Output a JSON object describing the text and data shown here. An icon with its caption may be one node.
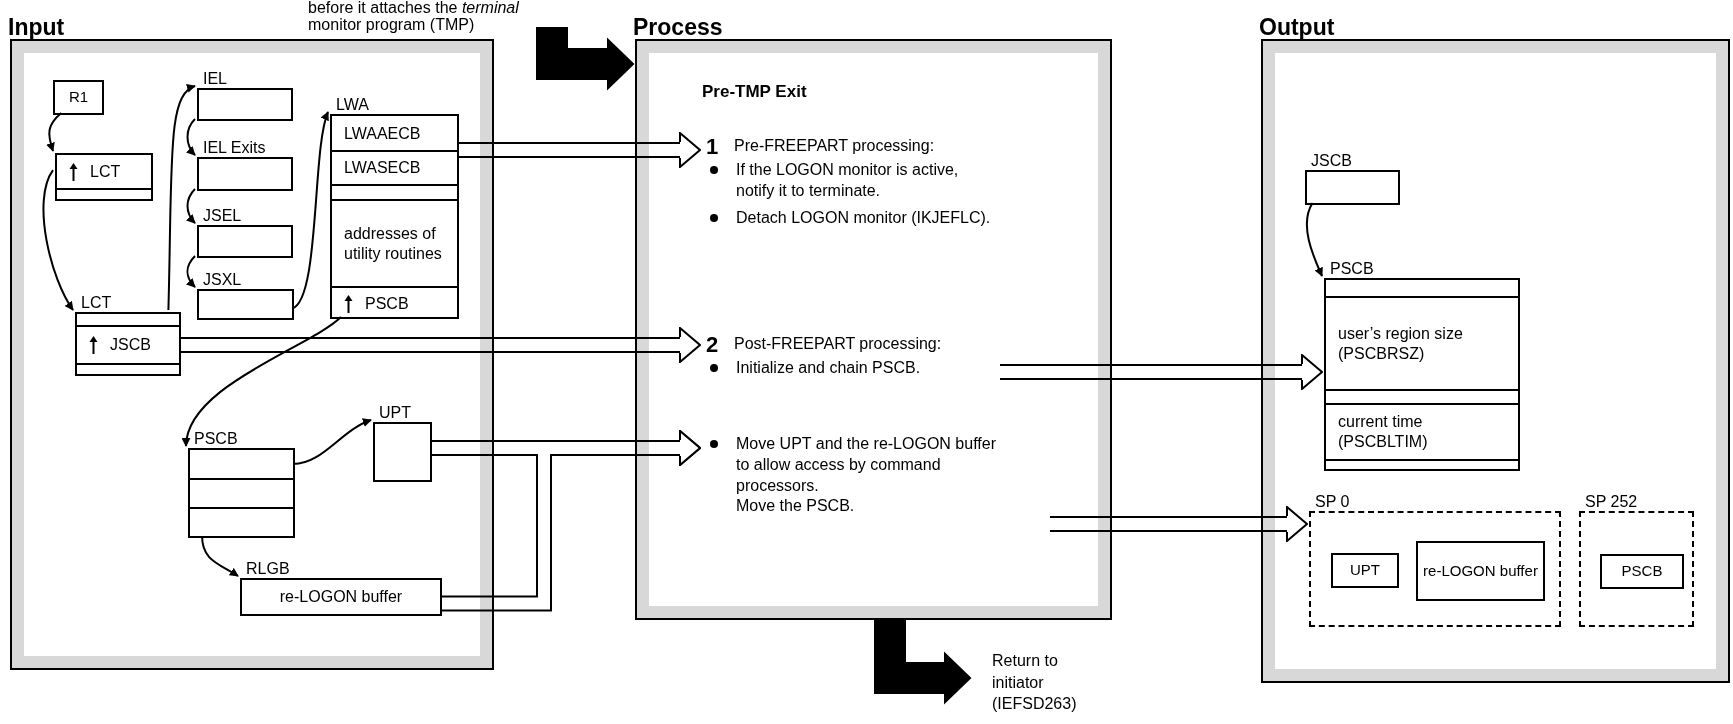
{
  "diagram": {
    "nodes": [
      {
        "text": [
          "Input"
        ]
      },
      {
        "text": [
          "R1"
        ],
        "in": 0
      },
      {
        "text": [
          "LCT"
        ],
        "in": 0
      },
      {
        "text": [
          "IEL"
        ],
        "in": 0
      },
      {
        "text": [
          "IEL Exits"
        ],
        "in": 0
      },
      {
        "text": [
          "JSEL"
        ],
        "in": 0
      },
      {
        "text": [
          "JSXL"
        ],
        "in": 0
      },
      {
        "text": [
          "LWA"
        ],
        "in": 0
      },
      {
        "text": [
          "LWAAECB"
        ],
        "in": 7
      },
      {
        "text": [
          "LWASECB"
        ],
        "in": 7
      },
      {
        "text": [
          "addresses of utility routines"
        ],
        "in": 7
      },
      {
        "text": [
          "PSCB"
        ],
        "in": 7
      },
      {
        "text": [
          "LCT"
        ],
        "in": 0
      },
      {
        "text": [
          "JSCB"
        ],
        "in": 12
      },
      {
        "text": [
          "PSCB"
        ],
        "in": 0
      },
      {
        "text": [
          "UPT"
        ],
        "in": 0
      },
      {
        "text": [
          "RLGB",
          "re-LOGON buffer"
        ],
        "in": 0
      },
      {
        "text": [
          "Process",
          "Pre-TMP Exit"
        ]
      },
      {
        "text": [
          "1",
          "Pre-FREEPART processing:",
          "If the LOGON monitor is active, notify it to terminate.",
          "Detach LOGON monitor (IKJEFLC)."
        ],
        "in": 17
      },
      {
        "text": [
          "2",
          "Post-FREEPART processing:",
          "Initialize and chain PSCB."
        ],
        "in": 17
      },
      {
        "text": [
          "Move UPT and the re-LOGON buffer to allow access by command processors.",
          "Move the PSCB."
        ],
        "in": 17
      },
      {
        "text": [
          "Return to initiator (IEFSD263)"
        ]
      },
      {
        "text": [
          "Output"
        ]
      },
      {
        "text": [
          "JSCB"
        ],
        "in": 22
      },
      {
        "text": [
          "PSCB"
        ],
        "in": 22
      },
      {
        "text": [
          "user’s region size (PSCBRSZ)"
        ],
        "in": 24
      },
      {
        "text": [
          "current time (PSCBLTIM)"
        ],
        "in": 24
      },
      {
        "text": [
          "SP 0"
        ],
        "in": 22
      },
      {
        "text": [
          "UPT"
        ],
        "in": 27
      },
      {
        "text": [
          "re-LOGON buffer"
        ],
        "in": 27
      },
      {
        "text": [
          "SP 252"
        ],
        "in": 22
      },
      {
        "text": [
          "PSCB"
        ],
        "in": 30
      }
    ],
    "edges": [
      {
        "from": 1,
        "to": 2,
        "arrow": "to"
      },
      {
        "from": 2,
        "to": 12,
        "arrow": "to"
      },
      {
        "from": 12,
        "to": 3,
        "arrow": "to"
      },
      {
        "from": 3,
        "to": 4,
        "arrow": "to"
      },
      {
        "from": 4,
        "to": 5,
        "arrow": "to"
      },
      {
        "from": 5,
        "to": 6,
        "arrow": "to"
      },
      {
        "from": 6,
        "to": 7,
        "arrow": "to"
      },
      {
        "from": 11,
        "to": 14,
        "arrow": "to"
      },
      {
        "from": 14,
        "to": 15,
        "arrow": "to"
      },
      {
        "from": 14,
        "to": 16,
        "arrow": "to"
      },
      {
        "from": 7,
        "to": 18,
        "arrow": "to",
        "style": "thick"
      },
      {
        "from": 13,
        "to": 19,
        "arrow": "to",
        "style": "thick"
      },
      {
        "from": 15,
        "to": 20,
        "arrow": "to",
        "style": "thick"
      },
      {
        "from": 16,
        "to": 20,
        "arrow": "to",
        "style": "thick"
      },
      {
        "from": null,
        "to": 17,
        "arrow": "to",
        "style": "thick",
        "color": "#000000"
      },
      {
        "from": 17,
        "to": 21,
        "arrow": "to",
        "style": "thick",
        "color": "#000000"
      },
      {
        "from": 19,
        "to": 24,
        "arrow": "to",
        "style": "thick"
      },
      {
        "from": 20,
        "to": 27,
        "arrow": "to",
        "style": "thick"
      },
      {
        "from": 23,
        "to": 24,
        "arrow": "to"
      }
    ],
    "labels": [
      "before it attaches the *terminal* monitor program (TMP)"
    ]
  }
}
